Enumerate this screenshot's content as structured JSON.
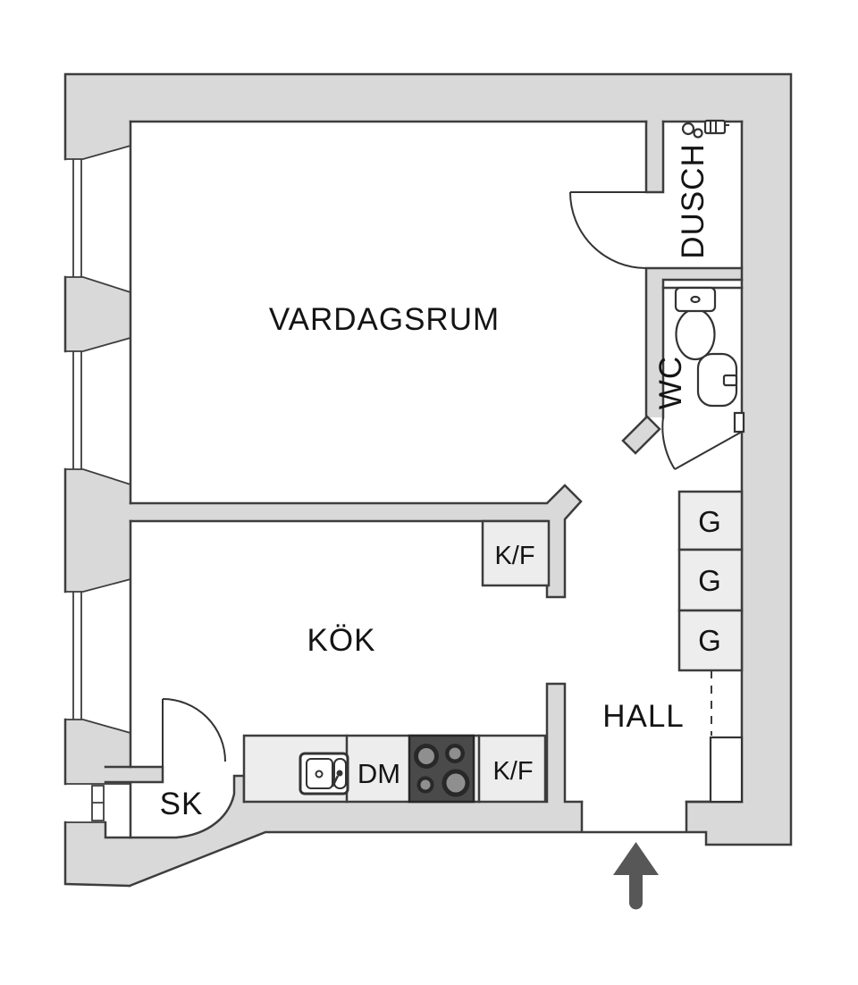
{
  "rooms": {
    "living_room": {
      "label": "VARDAGSRUM"
    },
    "kitchen": {
      "label": "KÖK"
    },
    "hall": {
      "label": "HALL"
    },
    "shower": {
      "label": "DUSCH"
    },
    "wc": {
      "label": "WC"
    },
    "closet": {
      "label": "SK"
    }
  },
  "appliances": {
    "dishwasher": {
      "label": "DM"
    },
    "fridge_freezer_kitchen": {
      "label": "K/F"
    },
    "fridge_freezer_upper": {
      "label": "K/F"
    },
    "wardrobes": [
      {
        "label": "G"
      },
      {
        "label": "G"
      },
      {
        "label": "G"
      }
    ]
  },
  "icons": {
    "entry_arrow": "up-arrow",
    "stove": "four-burner-cooktop",
    "kitchen_sink": "double-basin-sink",
    "toilet": "toilet-top-view",
    "washbasin": "washbasin-top-view",
    "shower_mixer": "shower-mixer-top-view"
  },
  "colors": {
    "background": "#ffffff",
    "wall_fill": "#d9d9d9",
    "unit_fill": "#ededed",
    "stove_fill": "#4a4a4a",
    "line": "#3d3d3d",
    "fixture_line": "#333333",
    "arrow": "#575757",
    "text": "#141414"
  }
}
